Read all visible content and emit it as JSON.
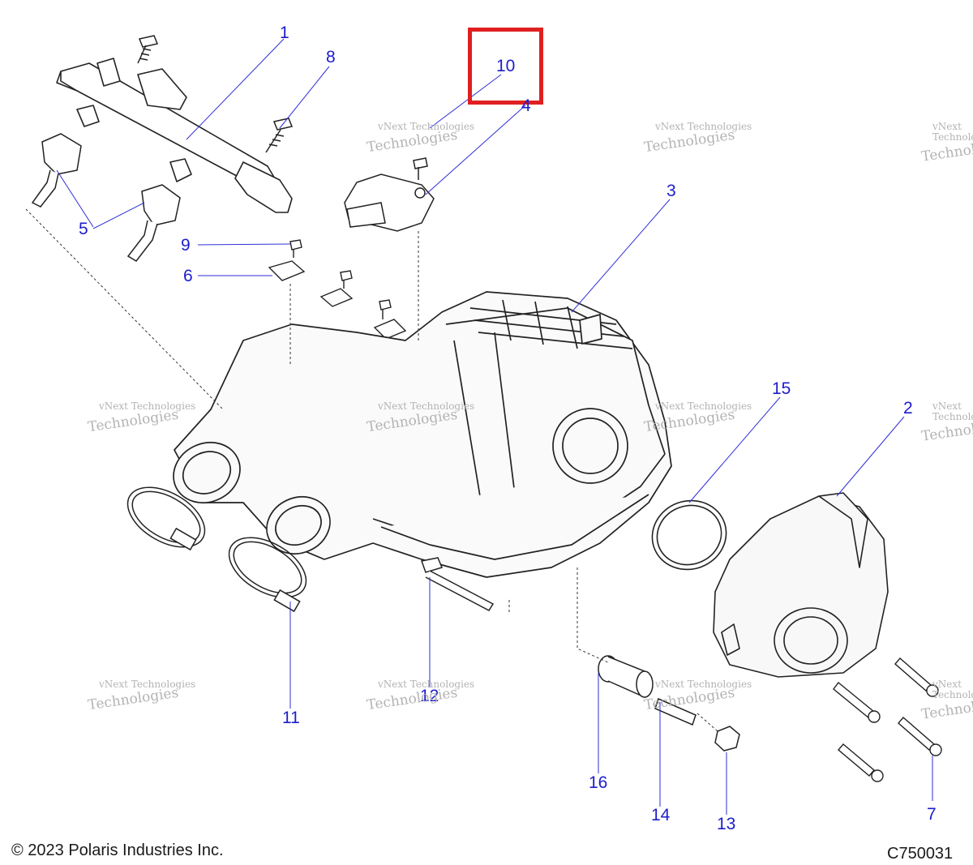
{
  "callouts": {
    "c1": "1",
    "c2": "2",
    "c3": "3",
    "c4": "4",
    "c5": "5",
    "c6": "6",
    "c7": "7",
    "c8": "8",
    "c9": "9",
    "c10": "10",
    "c11": "11",
    "c12": "12",
    "c13": "13",
    "c14": "14",
    "c15": "15",
    "c16": "16"
  },
  "watermark": {
    "line1": "vNext Technologies",
    "line2": "Technologies"
  },
  "footer": {
    "copyright": "© 2023 Polaris Industries Inc.",
    "diagram_code": "C750031"
  },
  "highlighted_callout": "10",
  "colors": {
    "callout_text": "#1c1ccc",
    "highlight": "#e02020",
    "leader": "#2f2fd6",
    "part_line": "#222222"
  }
}
